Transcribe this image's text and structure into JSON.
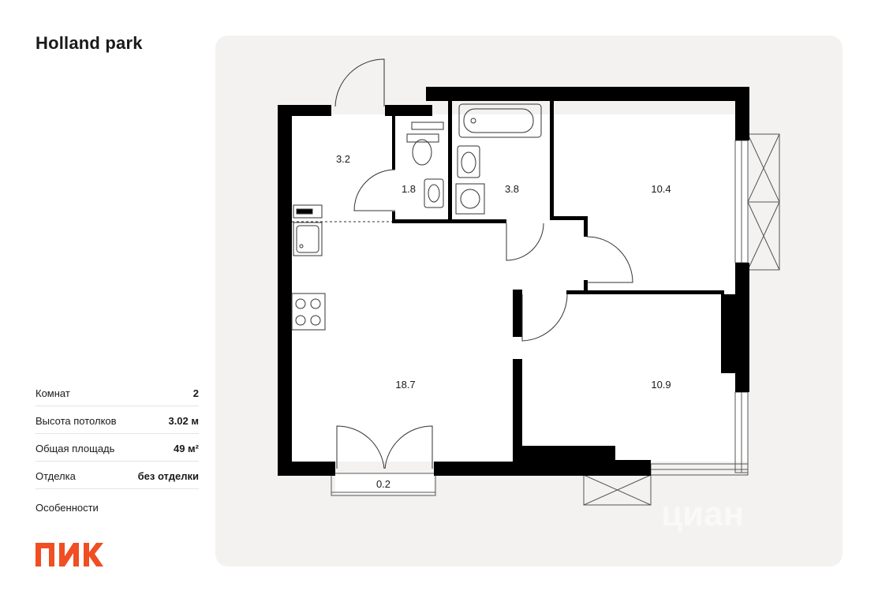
{
  "project_title": "Holland park",
  "specs": [
    {
      "label": "Комнат",
      "value": "2"
    },
    {
      "label": "Высота потолков",
      "value": "3.02 м"
    },
    {
      "label": "Общая площадь",
      "value": "49 м²"
    },
    {
      "label": "Отделка",
      "value": "без отделки"
    }
  ],
  "features_label": "Особенности",
  "brand": {
    "logo_text": "ПИК",
    "color": "#f04e23"
  },
  "rooms": {
    "hall": "3.2",
    "wc": "1.8",
    "bath": "3.8",
    "bedroom_1": "10.4",
    "kitchen_living": "18.7",
    "bedroom_2": "10.9",
    "balcony": "0.2"
  },
  "watermark": "циан",
  "colors": {
    "wall": "#000000",
    "panel_bg": "#f3f2f0",
    "floor": "#ffffff"
  }
}
